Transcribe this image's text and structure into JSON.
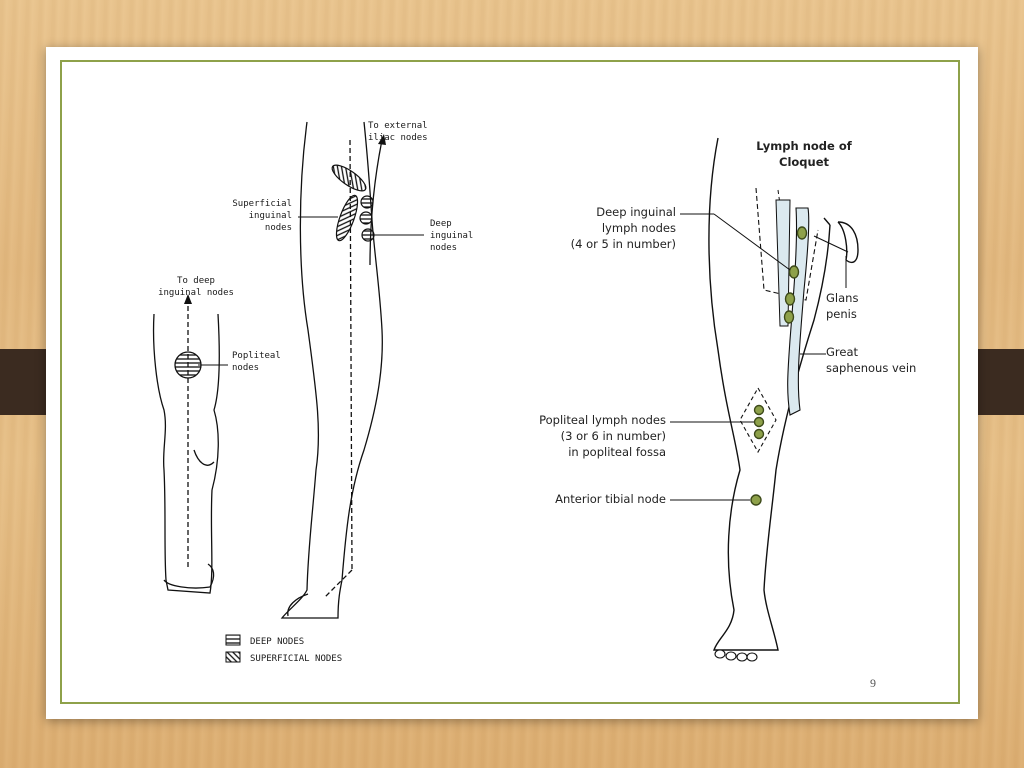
{
  "left_figure": {
    "labels": {
      "to_external_iliac": [
        "To external",
        "iliac nodes"
      ],
      "superficial_inguinal": [
        "Superficial",
        "inguinal",
        "nodes"
      ],
      "deep_inguinal": [
        "Deep",
        "inguinal",
        "nodes"
      ],
      "to_deep_inguinal": [
        "To deep",
        "inguinal nodes"
      ],
      "popliteal": [
        "Popliteal",
        "nodes"
      ]
    },
    "legend": [
      {
        "pattern": "horizontal-hatch",
        "label": "DEEP NODES"
      },
      {
        "pattern": "horizontal-hatch-wide",
        "label": "SUPERFICIAL NODES"
      }
    ]
  },
  "right_figure": {
    "labels": {
      "cloquet": [
        "Lymph node of",
        "Cloquet"
      ],
      "deep_inguinal": [
        "Deep inguinal",
        "lymph nodes",
        "(4 or 5 in number)"
      ],
      "glans": [
        "Glans",
        "penis"
      ],
      "great_saphenous": [
        "Great",
        "saphenous vein"
      ],
      "popliteal": [
        "Popliteal lymph nodes",
        "(3 or 6 in number)",
        "in popliteal fossa"
      ],
      "anterior_tibial": [
        "Anterior tibial node"
      ]
    },
    "colors": {
      "node_fill": "#8ea14a",
      "node_stroke": "#3d4a1a",
      "vein_fill": "#dbe9ef"
    }
  },
  "slide": {
    "page_number": "9",
    "frame_color": "#8ea14a"
  }
}
